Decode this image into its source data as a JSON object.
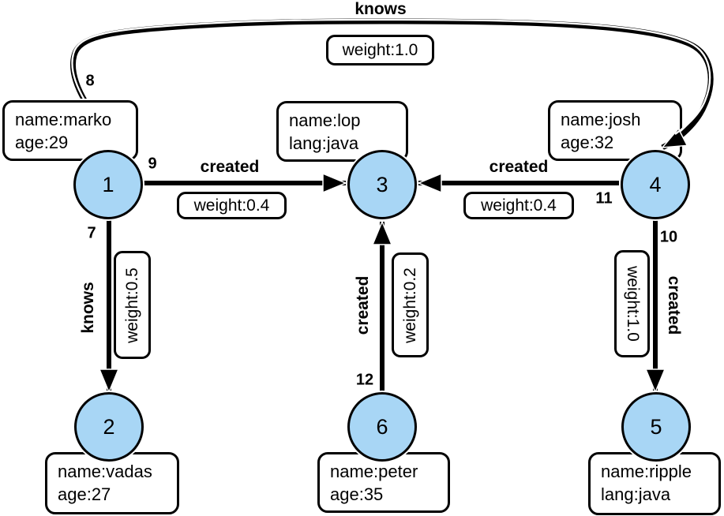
{
  "colors": {
    "node_fill": "#A8D6F5",
    "stroke": "#000000",
    "background": "#FFFFFF"
  },
  "nodes": [
    {
      "id": "1",
      "line1": "name:marko",
      "line2": "age:29"
    },
    {
      "id": "2",
      "line1": "name:vadas",
      "line2": "age:27"
    },
    {
      "id": "3",
      "line1": "name:lop",
      "line2": "lang:java"
    },
    {
      "id": "4",
      "line1": "name:josh",
      "line2": "age:32"
    },
    {
      "id": "5",
      "line1": "name:ripple",
      "line2": "lang:java"
    },
    {
      "id": "6",
      "line1": "name:peter",
      "line2": "age:35"
    }
  ],
  "edges": [
    {
      "id": "7",
      "label": "knows",
      "weight": "weight:0.5",
      "from": "1",
      "to": "2"
    },
    {
      "id": "8",
      "label": "knows",
      "weight": "weight:1.0",
      "from": "1",
      "to": "4"
    },
    {
      "id": "9",
      "label": "created",
      "weight": "weight:0.4",
      "from": "1",
      "to": "3"
    },
    {
      "id": "10",
      "label": "created",
      "weight": "weight:1.0",
      "from": "4",
      "to": "5"
    },
    {
      "id": "11",
      "label": "created",
      "weight": "weight:0.4",
      "from": "4",
      "to": "3"
    },
    {
      "id": "12",
      "label": "created",
      "weight": "weight:0.2",
      "from": "6",
      "to": "3"
    }
  ]
}
